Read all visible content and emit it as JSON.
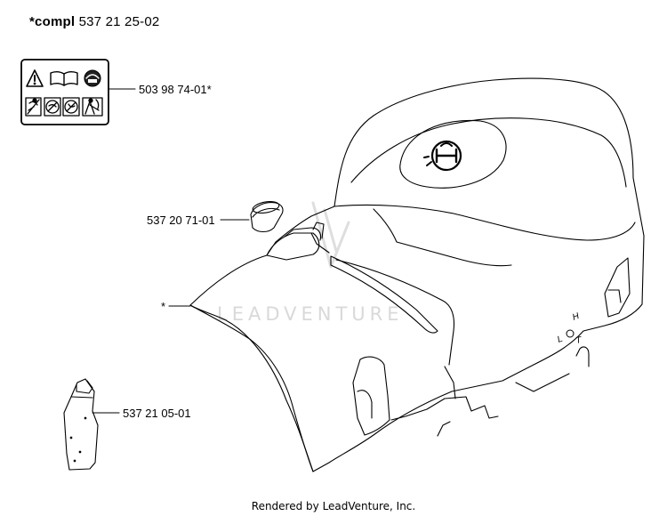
{
  "heading": {
    "prefix": "*compl",
    "number": "537 21 25-02"
  },
  "callouts": {
    "decal": "503 98 74-01*",
    "plug": "537 20 71-01",
    "cover": "*",
    "plate": "537 21 05-01"
  },
  "watermark": "LEADVENTURE",
  "cover_markings": {
    "lock": "L",
    "hot": "H",
    "t": "T"
  },
  "footer": "Rendered by LeadVenture, Inc."
}
